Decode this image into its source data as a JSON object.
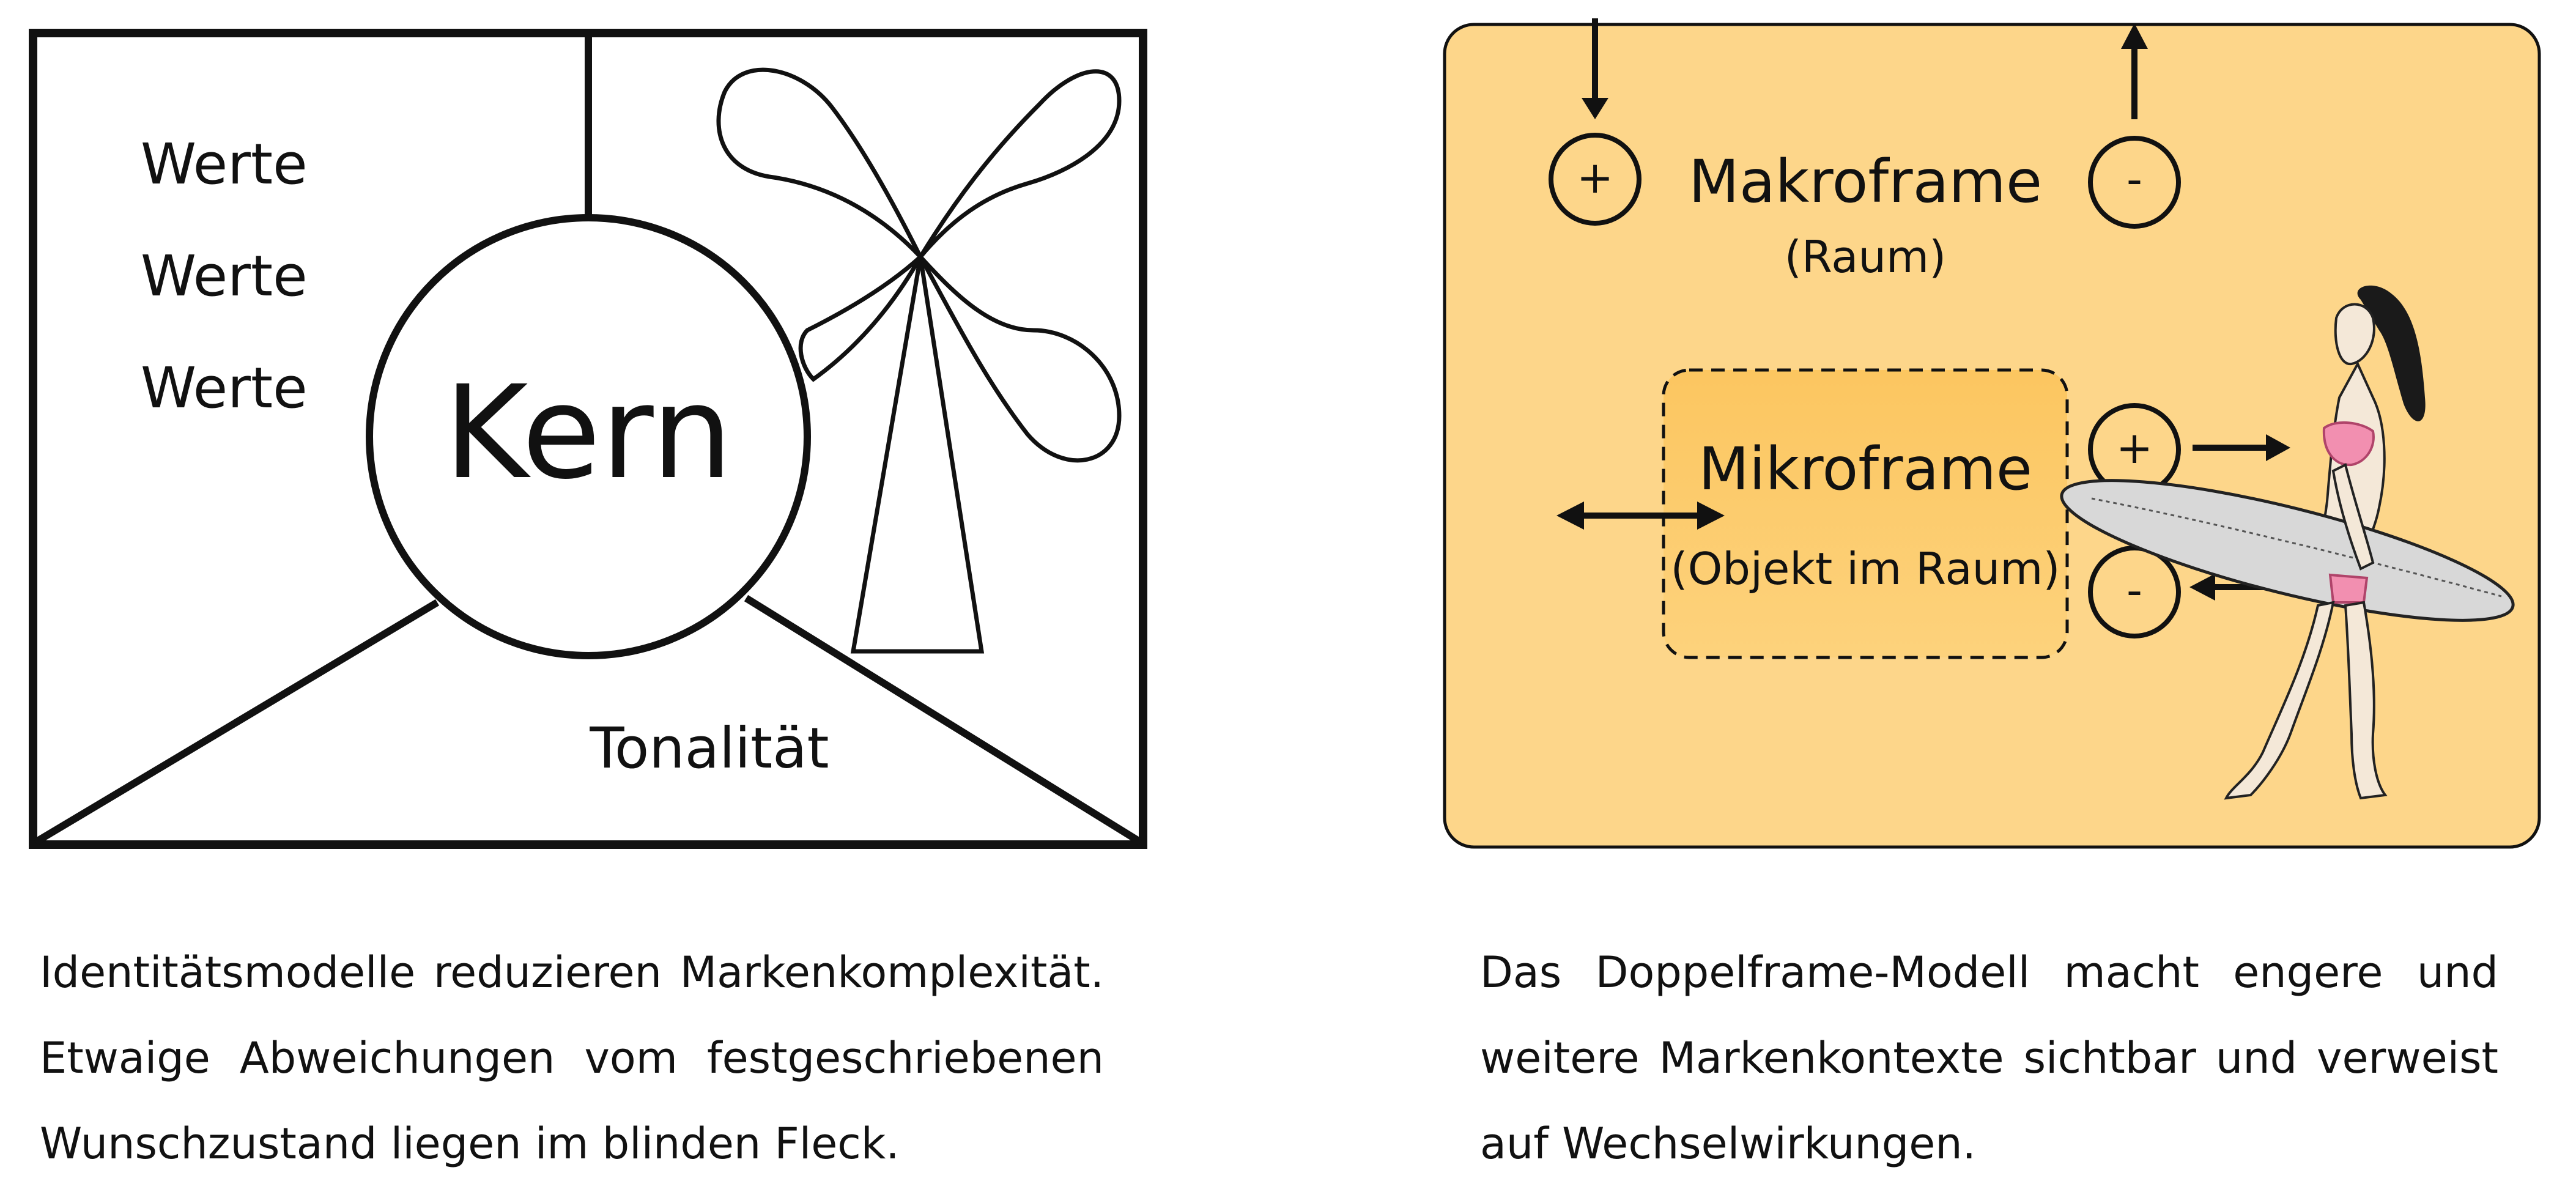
{
  "identity_model": {
    "values_labels": [
      "Werte",
      "Werte",
      "Werte"
    ],
    "core_label": "Kern",
    "tonality_label": "Tonalität"
  },
  "double_frame_model": {
    "macroframe_title": "Makroframe",
    "macroframe_subtitle": "(Raum)",
    "microframe_title": "Mikroframe",
    "microframe_subtitle": "(Objekt im Raum)",
    "plus_symbol": "+",
    "minus_symbol": "-",
    "colors": {
      "panel": "#fdd68a",
      "microframe_fill": "#fcc863",
      "stroke": "#111111"
    }
  },
  "captions": {
    "left": [
      "Identitätsmodelle reduzieren Markenkomplexität.",
      "Etwaige Abweichungen vom festgeschriebenen",
      "Wunschzustand liegen im blinden Fleck."
    ],
    "right": [
      "Das Doppelframe-Modell macht engere und",
      "weitere Markenkontexte sichtbar und verweist",
      "auf Wechselwirkungen."
    ]
  }
}
